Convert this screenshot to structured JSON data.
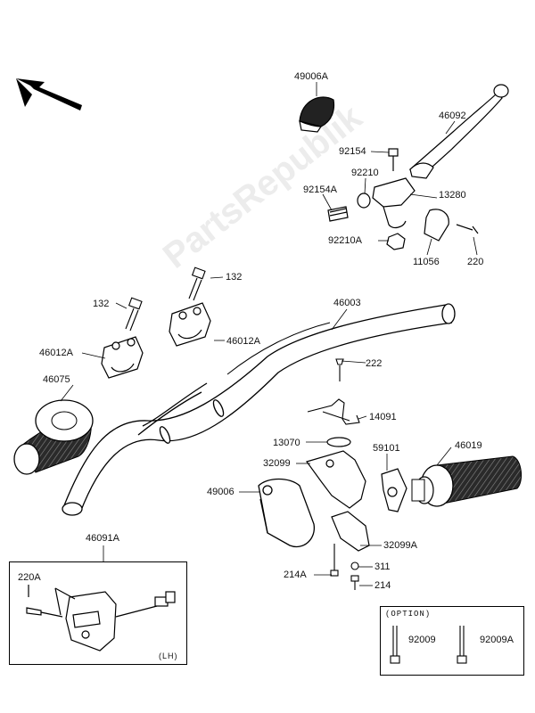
{
  "watermark": "PartsRepublik",
  "labels": {
    "p49006A": "49006A",
    "p46092": "46092",
    "p92154": "92154",
    "p92210": "92210",
    "p92154A": "92154A",
    "p13280": "13280",
    "p92210A": "92210A",
    "p11056": "11056",
    "p220": "220",
    "p132_top": "132",
    "p132_left": "132",
    "p46003": "46003",
    "p46012A_left": "46012A",
    "p46012A_right": "46012A",
    "p222": "222",
    "p46075": "46075",
    "p14091": "14091",
    "p13070": "13070",
    "p59101": "59101",
    "p46019": "46019",
    "p32099": "32099",
    "p49006": "49006",
    "p32099A": "32099A",
    "p214A": "214A",
    "p311": "311",
    "p214": "214",
    "p46091A": "46091A",
    "p220A": "220A",
    "lh": "(LH)",
    "option_title": "(OPTION)",
    "p92009": "92009",
    "p92009A": "92009A"
  }
}
